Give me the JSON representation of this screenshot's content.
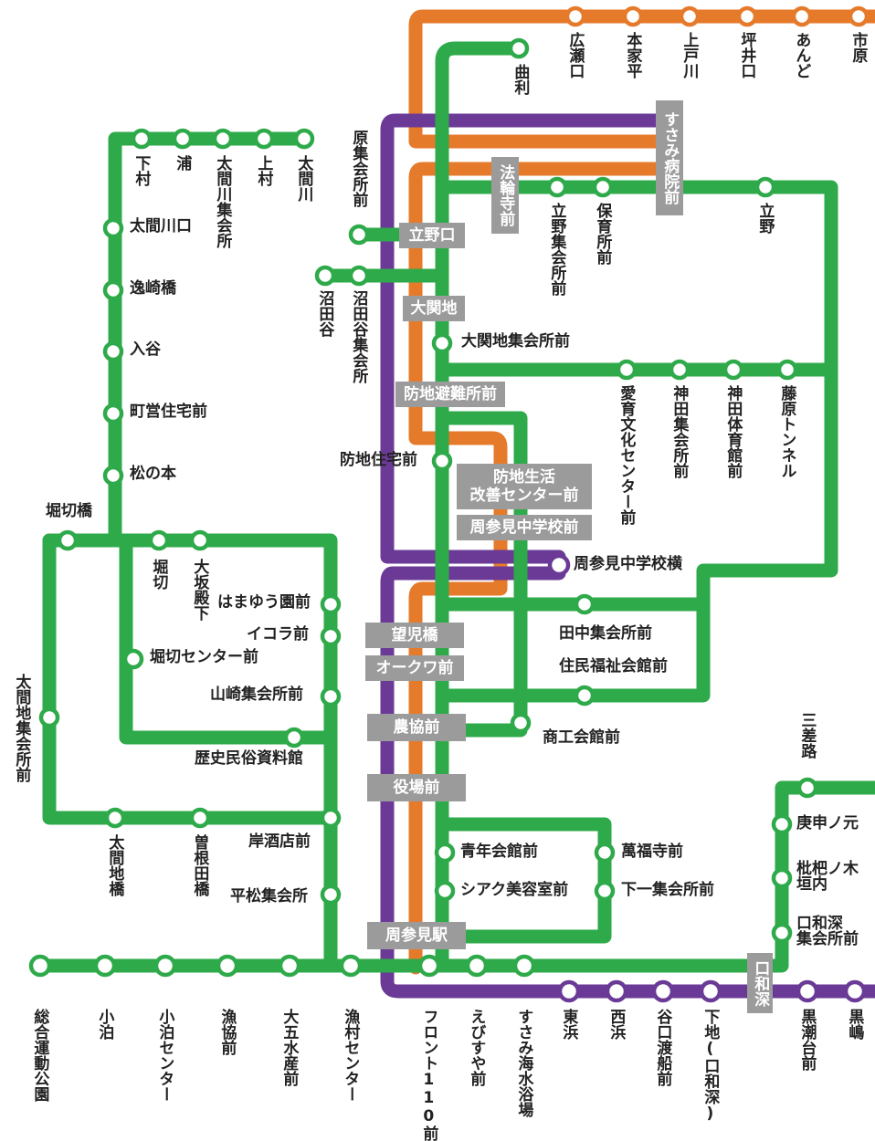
{
  "colors": {
    "green": "#2eaa4a",
    "orange": "#e67a2b",
    "purple": "#6a3a96",
    "label_box": "#9b9b9b"
  },
  "stops": {
    "hirose_guchi": "広瀬口",
    "honkedaira": "本家平",
    "kamitokawa": "上戸川",
    "tsuboiguchi": "坪井口",
    "ando": "あんど",
    "ichihara": "市原",
    "yuri": "曲利",
    "sumami_hospital": "すさみ病院前",
    "hara_shukaisho": "原集会所前",
    "hourinji": "法輪寺前",
    "tachino_guchi": "立野口",
    "tachino_shukaisho": "立野集会所前",
    "hoikusho": "保育所前",
    "tachino": "立野",
    "shimomura": "下村",
    "ura": "浦",
    "tamagawa_shukaisho": "太間川集会所",
    "kamimura": "上村",
    "tamagawa": "太間川",
    "tamagawa_guchi": "太間川口",
    "isozaki": "逸崎橋",
    "iritani": "入谷",
    "choei": "町営住宅前",
    "matsunomoto": "松の本",
    "horikiri_bashi": "堀切橋",
    "numataya": "沼田谷",
    "numataya_shukaisho": "沼田谷集会所",
    "ozekichi": "大関地",
    "ozekichi_shukaisho": "大関地集会所前",
    "bouchi_hinan": "防地避難所前",
    "bouchi_jutaku": "防地住宅前",
    "bouchi_seikatsu": "防地生活\n改善センター前",
    "chugakko_mae": "周参見中学校前",
    "chugakko_yoko": "周参見中学校横",
    "aiiku": "愛育文化センター前",
    "kanda_shukaisho": "神田集会所前",
    "kanda_taiikukan": "神田体育館前",
    "fujiwara": "藤原トンネル",
    "horikiri": "堀切",
    "osakadono": "大坂殿下",
    "hamayu": "はまゆう園前",
    "ikora": "イコラ前",
    "horikiri_center": "堀切センター前",
    "yamazaki": "山崎集会所前",
    "rekishi": "歴史民俗資料館",
    "tanaka": "田中集会所前",
    "jumin": "住民福祉会館前",
    "bojibashi": "望児橋",
    "okuwa": "オークワ前",
    "nokyo": "農協前",
    "yakuba": "役場前",
    "shoko": "商工会館前",
    "tama_chi_shukaisho": "太間地集会所前",
    "tama_chi_bashi": "太間地橋",
    "sone_tabashi": "曽根田橋",
    "kishi_saketen": "岸酒店前",
    "hiramatsu": "平松集会所",
    "seinen": "青年会館前",
    "shiaku": "シアク美容室前",
    "manpukuji": "萬福寺前",
    "shimoichi": "下一集会所前",
    "sakae_station": "周参見駅",
    "sansaro": "三差路",
    "koshin": "庚申ノ元",
    "biwa": "枇杷ノ木\n垣内",
    "kuchiwabuka_shukaisho": "口和深\n集会所前",
    "kuchiwabuka": "口和深",
    "sogo_undo": "総合運動公園",
    "kodomari": "小泊",
    "kodomari_center": "小泊センター",
    "gyokyo": "漁協前",
    "daigo": "大五水産前",
    "gyoson": "漁村センター",
    "front110": "フロント110前",
    "ebisuya": "えびすや前",
    "kaisuiyokujo": "すさみ海水浴場",
    "higashihama": "東浜",
    "nishihama": "西浜",
    "taniguchi": "谷口渡船前",
    "shimoji": "下地(口和深)",
    "kuroshio": "黒潮台前",
    "kuroshima": "黒嶋"
  }
}
